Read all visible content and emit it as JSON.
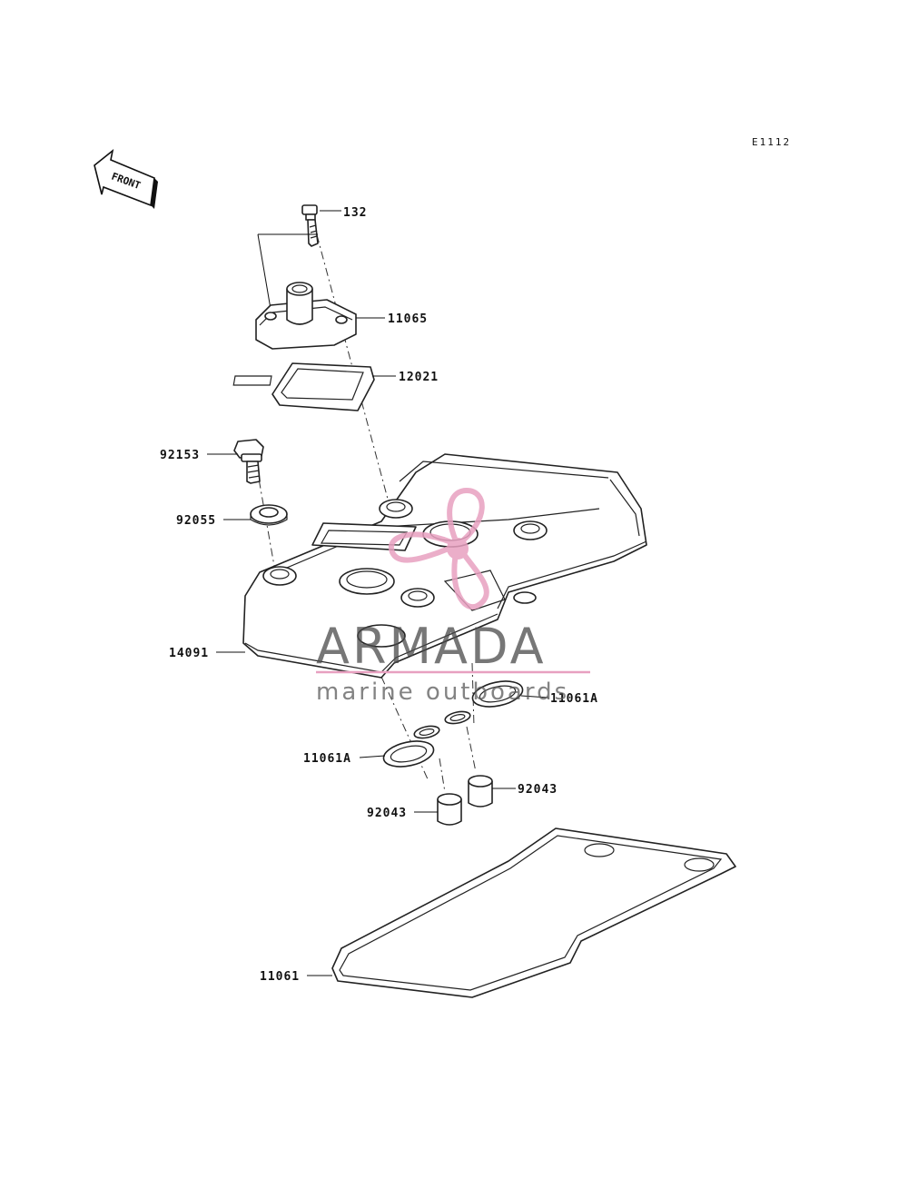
{
  "diagram": {
    "code": "E1112",
    "front_label": "FRONT",
    "parts": [
      {
        "id": "p132",
        "label": "132"
      },
      {
        "id": "p11065",
        "label": "11065"
      },
      {
        "id": "p12021",
        "label": "12021"
      },
      {
        "id": "p92153",
        "label": "92153"
      },
      {
        "id": "p92055",
        "label": "92055"
      },
      {
        "id": "p14091",
        "label": "14091"
      },
      {
        "id": "p11061A_right",
        "label": "11061A"
      },
      {
        "id": "p11061A_left",
        "label": "11061A"
      },
      {
        "id": "p92043_right",
        "label": "92043"
      },
      {
        "id": "p92043_left",
        "label": "92043"
      },
      {
        "id": "p11061",
        "label": "11061"
      }
    ]
  },
  "watermark": {
    "brand": "ARMADA",
    "tagline": "marine outboards",
    "logo_color": "#e8a0c0",
    "line_color": "#e8a0c0"
  }
}
